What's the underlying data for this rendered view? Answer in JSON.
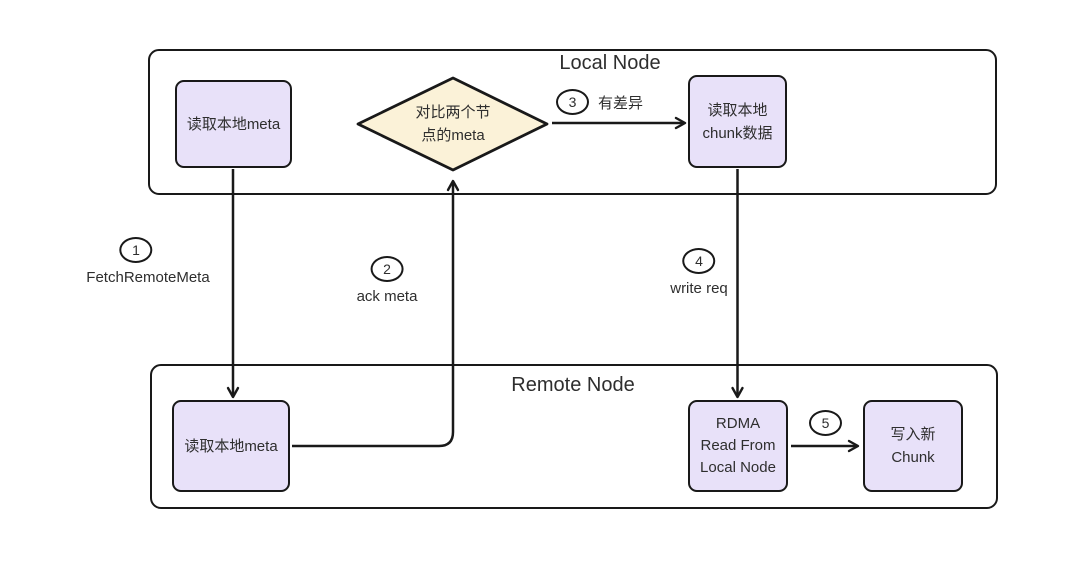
{
  "colors": {
    "box_fill": "#e8e1f9",
    "diamond_fill": "#fbf2d8",
    "stroke": "#191919",
    "text": "#2e2e2e",
    "background": "#ffffff"
  },
  "local_node": {
    "title": "Local Node",
    "boxes": {
      "read_meta": {
        "label": "读取本地meta"
      },
      "compare": {
        "line1": "对比两个节",
        "line2": "点的meta"
      },
      "read_chunk": {
        "line1": "读取本地",
        "line2": "chunk数据"
      }
    }
  },
  "remote_node": {
    "title": "Remote Node",
    "boxes": {
      "read_meta": {
        "label": "读取本地meta"
      },
      "rdma": {
        "line1": "RDMA",
        "line2": "Read From",
        "line3": "Local Node"
      },
      "write_chunk": {
        "line1": "写入新",
        "line2": "Chunk"
      }
    }
  },
  "edges": {
    "e1": {
      "num": "1",
      "label": "FetchRemoteMeta"
    },
    "e2": {
      "num": "2",
      "label": "ack meta"
    },
    "e3": {
      "num": "3",
      "label": "有差异"
    },
    "e4": {
      "num": "4",
      "label": "write req"
    },
    "e5": {
      "num": "5"
    }
  }
}
